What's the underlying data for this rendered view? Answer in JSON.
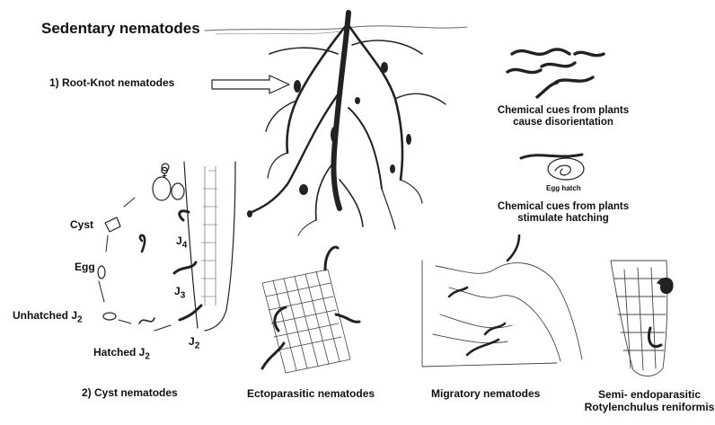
{
  "title": "Sedentary nematodes",
  "root_knot_label": "1) Root-Knot nematodes",
  "chemical_cues_disorientation": [
    "Chemical cues from plants",
    "cause disorientation"
  ],
  "egg_hatch_label": "Egg hatch",
  "chemical_cues_hatching": [
    "Chemical cues from plants",
    "stimulate hatching"
  ],
  "cyst_cycle": {
    "cyst": "Cyst",
    "egg": "Egg",
    "unhatched": "Unhatched J",
    "unhatched_sub": "2",
    "hatched": "Hatched J",
    "hatched_sub": "2",
    "j4": "J",
    "j4_sub": "4",
    "j3": "J",
    "j3_sub": "3",
    "j2": "J",
    "j2_sub": "2",
    "female_symbol": "♀"
  },
  "captions": {
    "cyst": "2) Cyst nematodes",
    "ecto": "Ectoparasitic nematodes",
    "migratory": "Migratory nematodes",
    "semi": [
      "Semi- endoparasitic",
      "Rotylenchulus reniformis"
    ]
  }
}
